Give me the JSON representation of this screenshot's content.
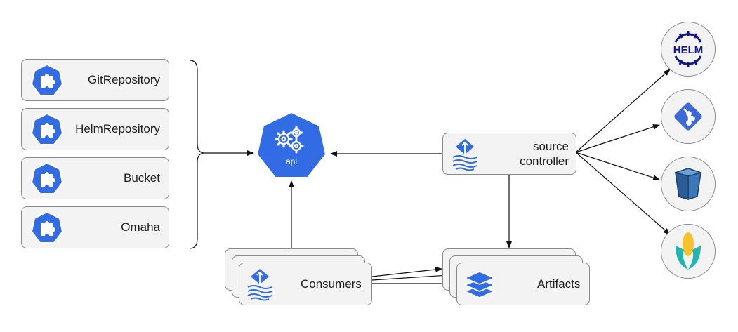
{
  "crds": [
    {
      "label": "GitRepository"
    },
    {
      "label": "HelmRepository"
    },
    {
      "label": "Bucket"
    },
    {
      "label": "Omaha"
    }
  ],
  "api": {
    "label": "api"
  },
  "source_controller": {
    "line1": "source",
    "line2": "controller"
  },
  "consumers": {
    "label": "Consumers"
  },
  "artifacts": {
    "label": "Artifacts"
  },
  "targets": {
    "helm": {
      "label": "HELM"
    },
    "git": {
      "icon": "git-icon"
    },
    "bucket": {
      "icon": "bucket-icon"
    },
    "omaha": {
      "icon": "omaha-icon"
    }
  },
  "colors": {
    "k8s_blue": "#326ce5",
    "helm_navy": "#0f1689",
    "git_blue": "#3d6ad6",
    "bucket_blue": "#3c77b9",
    "omaha_yellow": "#f7c22b",
    "omaha_teal": "#1fb5b0"
  }
}
